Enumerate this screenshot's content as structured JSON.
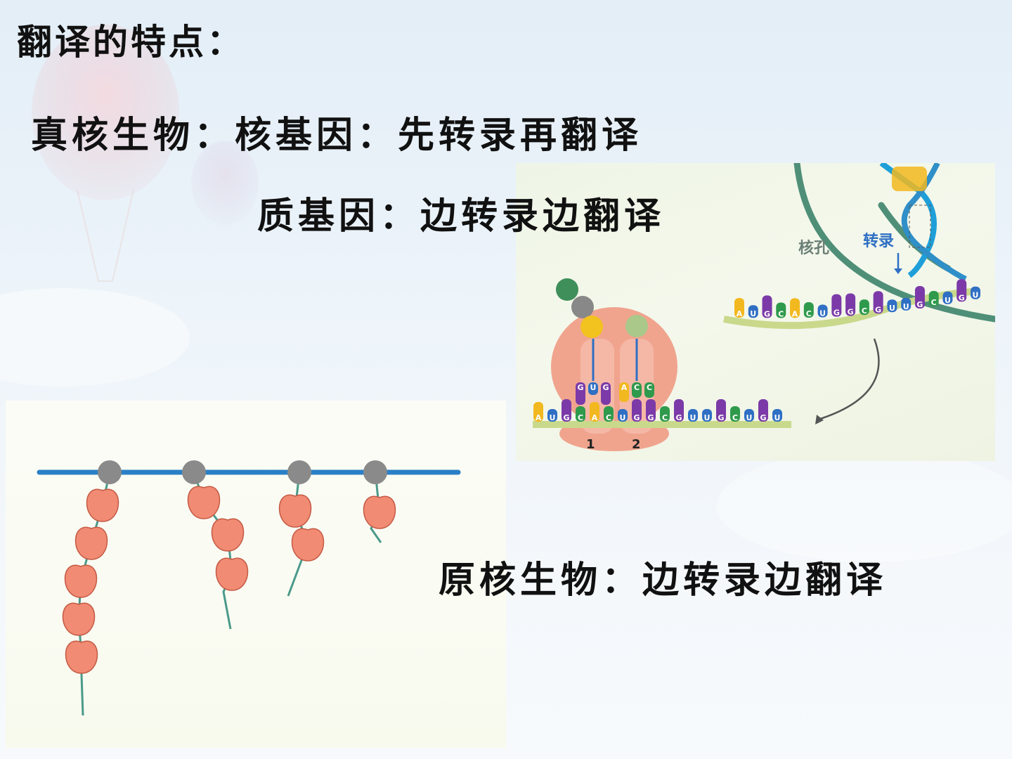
{
  "title": "翻译的特点：",
  "eukaryote": {
    "label": "真核生物：",
    "nuclear": "核基因：先转录再翻译",
    "cytoplasmic": "质基因：边转录边翻译"
  },
  "prokaryote": "原核生物：边转录边翻译",
  "diagram_right": {
    "nuclear_pore_label": "核孔",
    "transcription_label": "转录",
    "mrna_in_nucleus": [
      "A",
      "U",
      "G",
      "C",
      "A",
      "C",
      "U",
      "G",
      "G",
      "C",
      "G",
      "U",
      "U",
      "G",
      "C",
      "U",
      "G",
      "U"
    ],
    "mrna_at_ribosome": [
      "A",
      "U",
      "G",
      "C",
      "A",
      "C",
      "U",
      "G",
      "G",
      "C",
      "G",
      "U",
      "U",
      "G",
      "C",
      "U",
      "G",
      "U"
    ],
    "trna_anticodon_1": [
      "G",
      "U",
      "G"
    ],
    "trna_anticodon_2": [
      "A",
      "C",
      "C"
    ],
    "ribosome_site_1": "1",
    "ribosome_site_2": "2",
    "colors": {
      "purple": "#7b3aa8",
      "yellow": "#f2b81f",
      "green": "#2f9a4c",
      "blue": "#2f6fc4",
      "ribosome": "#f0a48e",
      "membrane": "#4f8f78"
    }
  },
  "diagram_left": {
    "polysome_count": 4,
    "colors": {
      "dna": "#2a7fc6",
      "rna_polymerase": "#8a8a8a",
      "ribosome": "#f28b74",
      "mrna": "#4a9a8a"
    }
  }
}
